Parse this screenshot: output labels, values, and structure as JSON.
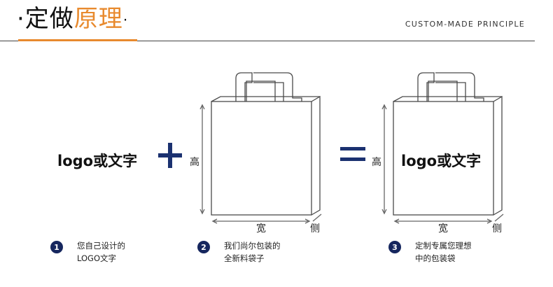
{
  "header": {
    "title_prefix": "·定做",
    "title_accent": "原理",
    "title_suffix": "·",
    "subtitle": "CUSTOM-MADE PRINCIPLE"
  },
  "diagram": {
    "left_text": "logo或文字",
    "bag_text": "logo或文字",
    "height_label": "高",
    "width_label": "宽",
    "side_label": "侧"
  },
  "steps": [
    {
      "number": "1",
      "line1": "您自己设计的",
      "line2": "LOGO文字"
    },
    {
      "number": "2",
      "line1": "我们尚尔包装的",
      "line2": "全新料袋子"
    },
    {
      "number": "3",
      "line1": "定制专属您理想",
      "line2": "中的包装袋"
    }
  ],
  "colors": {
    "accent": "#e88a2e",
    "navy": "#15265e",
    "line": "#444444"
  }
}
